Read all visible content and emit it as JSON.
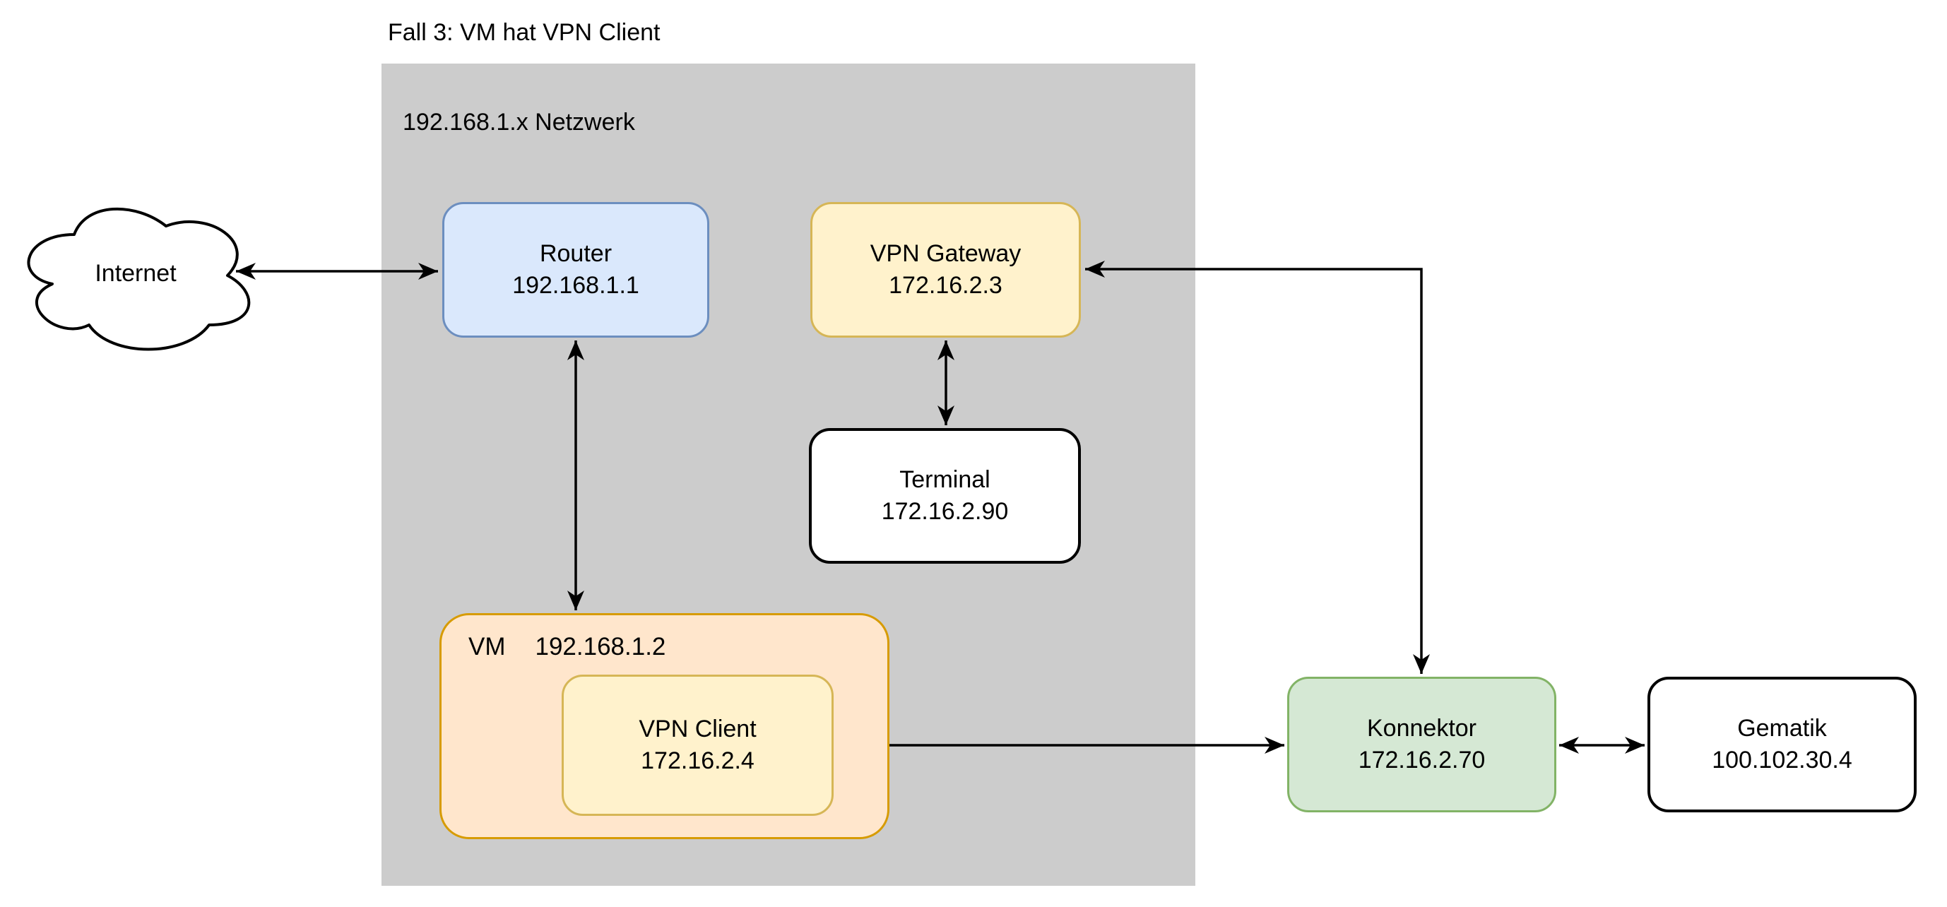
{
  "title": "Fall 3: VM hat VPN Client",
  "network_zone": {
    "label": "192.168.1.x Netzwerk"
  },
  "nodes": {
    "internet": {
      "label": "Internet",
      "shape": "cloud"
    },
    "router": {
      "name": "Router",
      "ip": "192.168.1.1",
      "color": "blue"
    },
    "vpn_gateway": {
      "name": "VPN Gateway",
      "ip": "172.16.2.3",
      "color": "yellow"
    },
    "terminal": {
      "name": "Terminal",
      "ip": "172.16.2.90",
      "color": "white"
    },
    "vm": {
      "name": "VM",
      "ip": "192.168.1.2",
      "color": "orange"
    },
    "vpn_client": {
      "name": "VPN Client",
      "ip": "172.16.2.4",
      "color": "yellow"
    },
    "konnektor": {
      "name": "Konnektor",
      "ip": "172.16.2.70",
      "color": "green"
    },
    "gematik": {
      "name": "Gematik",
      "ip": "100.102.30.4",
      "color": "white"
    }
  },
  "edges": [
    {
      "from": "internet",
      "to": "router",
      "style": "double-arrow",
      "route": "straight"
    },
    {
      "from": "router",
      "to": "vm",
      "style": "double-arrow",
      "route": "straight"
    },
    {
      "from": "vpn_gateway",
      "to": "terminal",
      "style": "double-arrow",
      "route": "straight"
    },
    {
      "from": "konnektor",
      "to": "vpn_gateway",
      "style": "double-arrow",
      "route": "orthogonal"
    },
    {
      "from": "konnektor",
      "to": "vpn_client",
      "style": "double-arrow",
      "route": "straight"
    },
    {
      "from": "konnektor",
      "to": "gematik",
      "style": "double-arrow",
      "route": "straight"
    }
  ],
  "colors": {
    "zone_fill": "#cccccc",
    "blue_fill": "#dae8fc",
    "blue_stroke": "#6c8ebf",
    "yellow_fill": "#fff2cc",
    "yellow_stroke": "#d6b656",
    "orange_fill": "#ffe6cc",
    "orange_stroke": "#d79b00",
    "green_fill": "#d5e8d4",
    "green_stroke": "#82b366",
    "white_fill": "#ffffff",
    "line_color": "#000000",
    "text_color": "#000000"
  }
}
